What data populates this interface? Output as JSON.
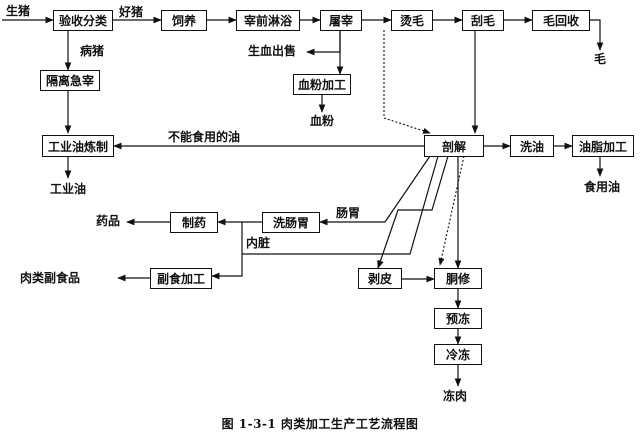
{
  "caption": "图  1-3-1  肉类加工生产工艺流程图",
  "nodes": {
    "acceptance": "验收分类",
    "feeding": "饲养",
    "shower": "宰前淋浴",
    "slaughter": "屠宰",
    "scald": "烫毛",
    "dehair": "刮毛",
    "hair_recovery": "毛回收",
    "isolation": "隔离急宰",
    "blood_meal": "血粉加工",
    "industrial_oil": "工业油炼制",
    "dissection": "剖解",
    "oil_wash": "洗油",
    "fat_processing": "油脂加工",
    "pharma": "制药",
    "gut_wash": "洗肠胃",
    "byproduct": "副食加工",
    "skinning": "剥皮",
    "trimming": "胴修",
    "prechill": "预冻",
    "freeze": "冷冻"
  },
  "labels": {
    "live_pig": "生猪",
    "good_pig": "好猪",
    "sick_pig": "病猪",
    "raw_blood": "生血出售",
    "blood_powder": "血粉",
    "hair": "毛",
    "inedible_oil": "不能食用的油",
    "industrial_oil_out": "工业油",
    "edible_oil": "食用油",
    "medicine": "药品",
    "gut_stomach": "肠胃",
    "offal": "内脏",
    "meat_byproduct": "肉类副食品",
    "frozen_meat": "冻肉"
  }
}
